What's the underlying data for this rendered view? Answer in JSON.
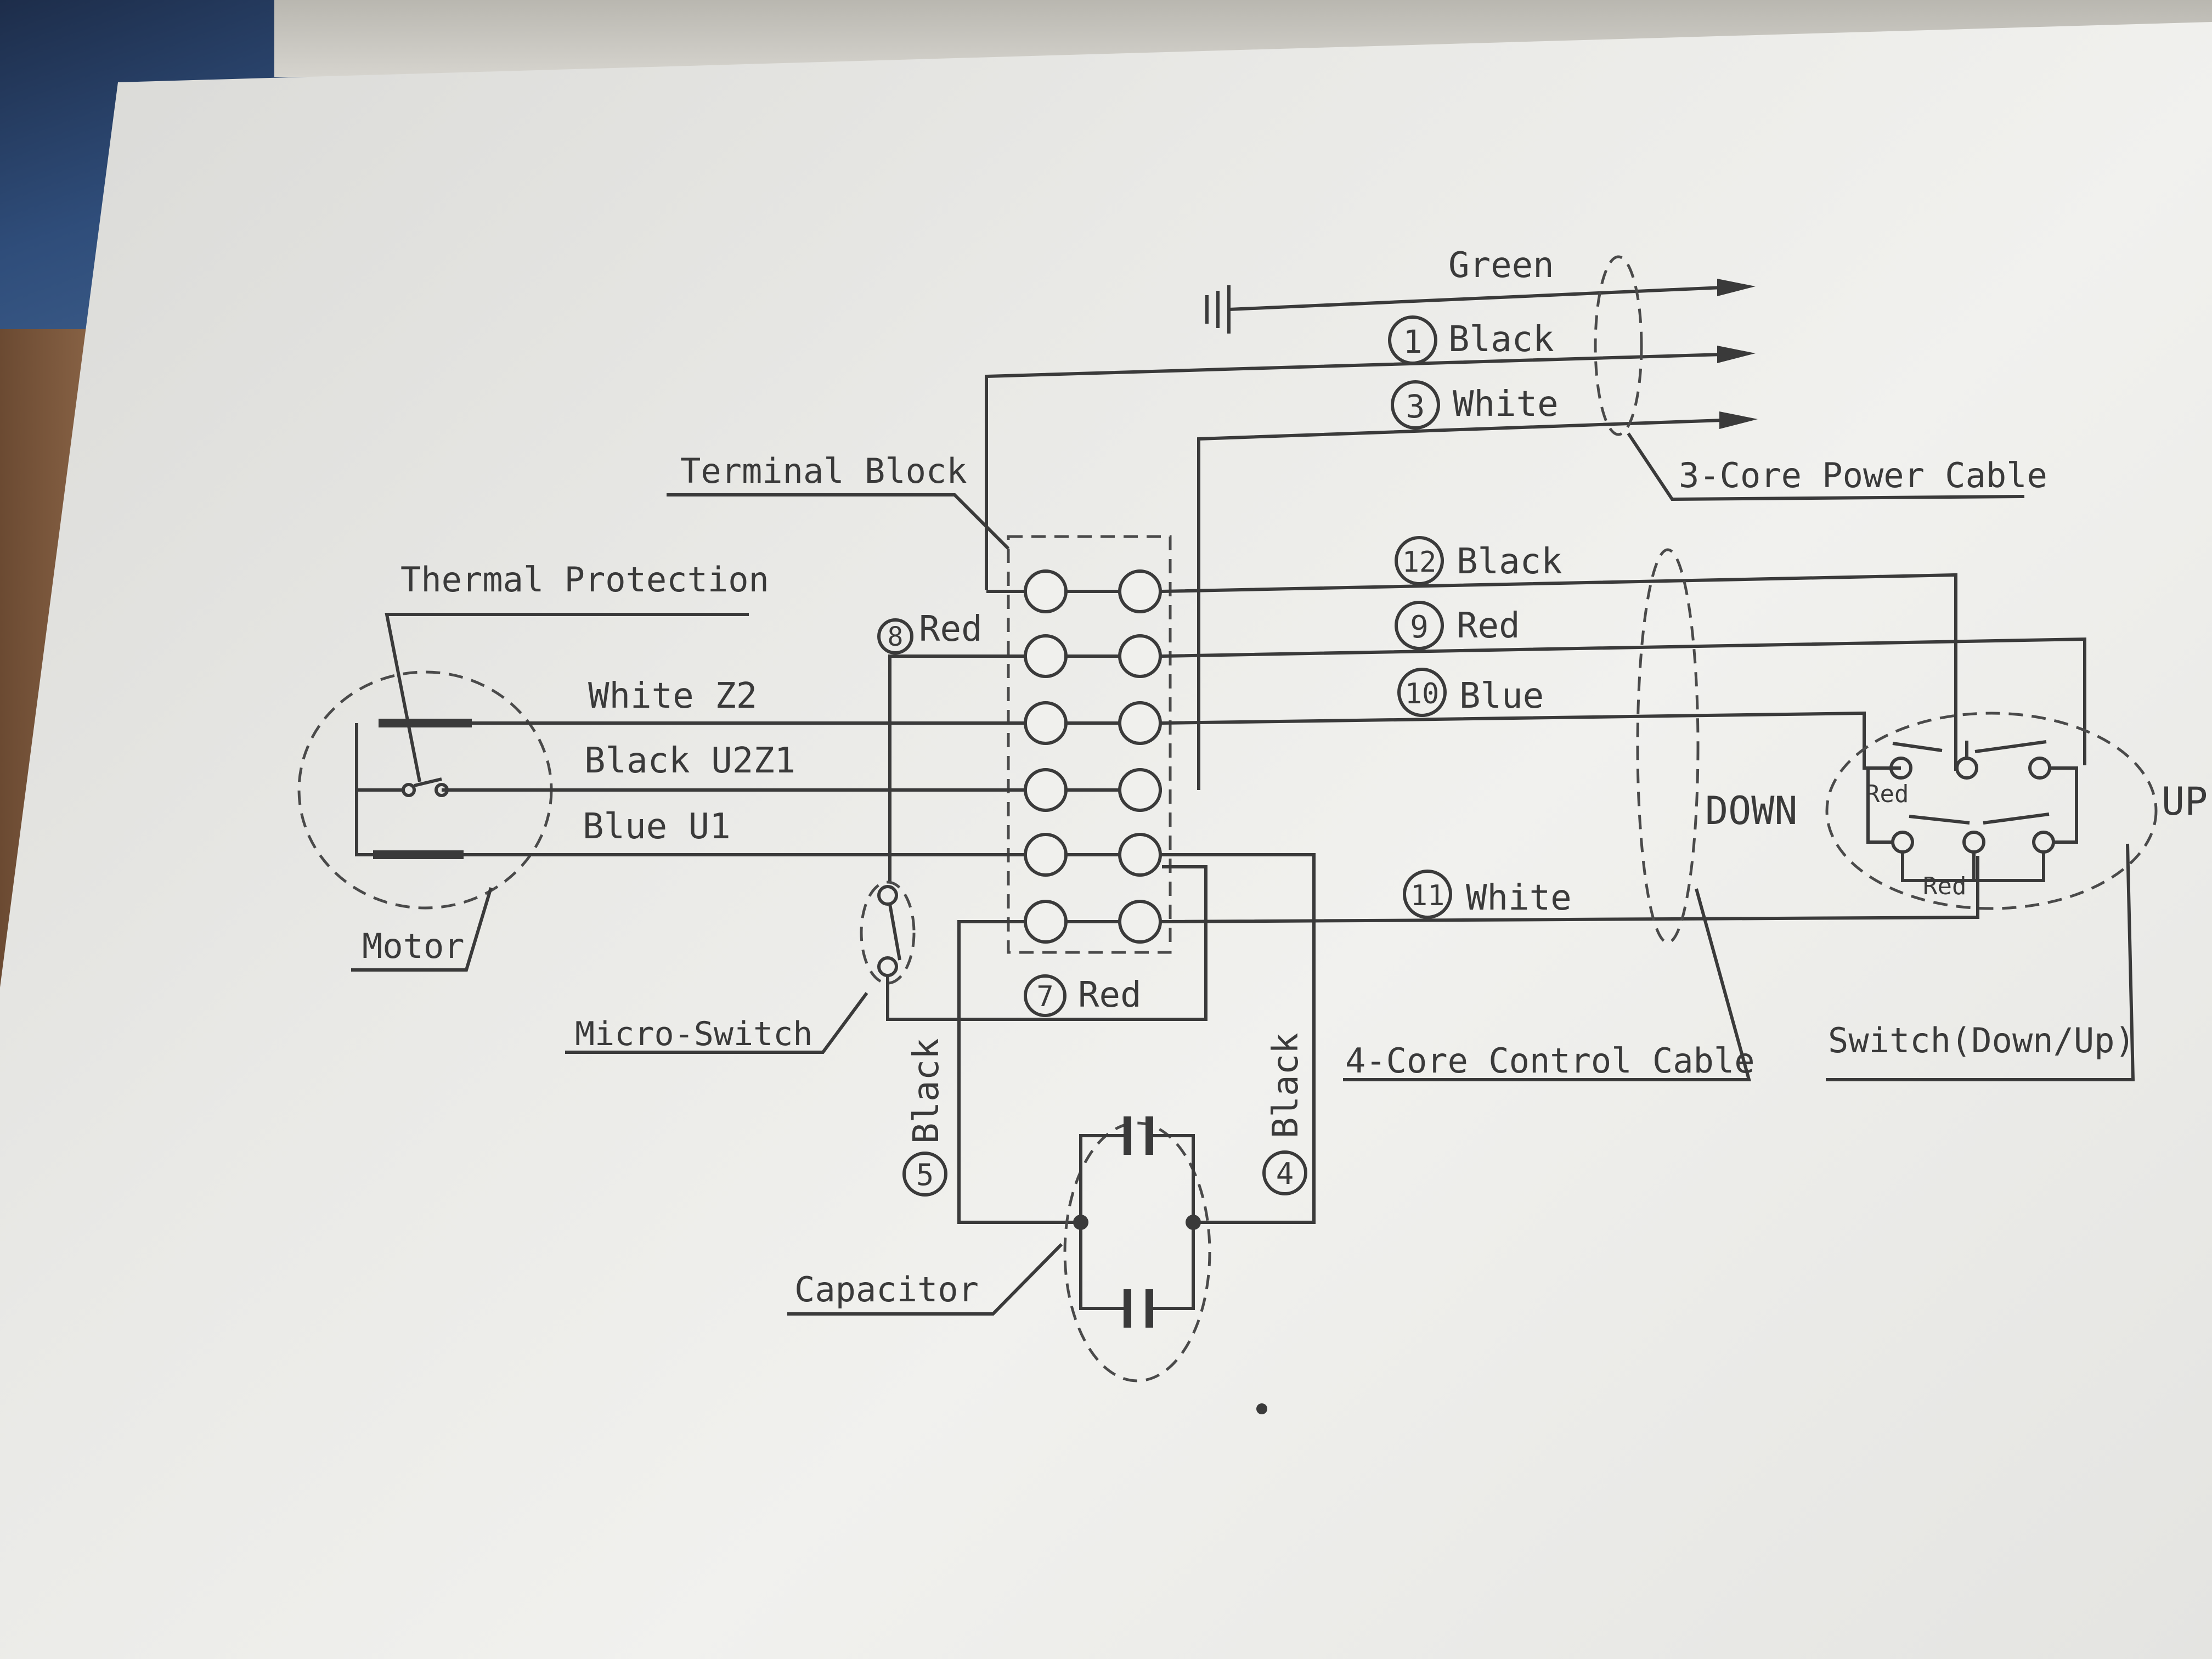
{
  "labels": {
    "green": "Green",
    "black_1": "Black",
    "white_3": "White",
    "power_cable": "3-Core Power Cable",
    "terminal_block": "Terminal Block",
    "thermal_protection": "Thermal Protection",
    "red_8": "Red",
    "white_z2": "White  Z2",
    "black_u2z1": "Black U2Z1",
    "blue_u1": "Blue   U1",
    "motor": "Motor",
    "black_12": "Black",
    "red_9": "Red",
    "blue_10": "Blue",
    "white_11": "White",
    "down": "DOWN",
    "up": "UP",
    "switch_red_1": "Red",
    "switch_red_2": "Red",
    "micro_switch": "Micro-Switch",
    "red_7": "Red",
    "control_cable": "4-Core Control Cable",
    "switch_down_up": "Switch(Down/Up)",
    "black_5": "Black",
    "black_4": "Black",
    "capacitor": "Capacitor"
  },
  "numbers": {
    "n1": "1",
    "n3": "3",
    "n4": "4",
    "n5": "5",
    "n7": "7",
    "n8": "8",
    "n9": "9",
    "n10": "10",
    "n11": "11",
    "n12": "12"
  },
  "colors": {
    "ink": "#3a3a3a",
    "paper": "#ececea"
  }
}
